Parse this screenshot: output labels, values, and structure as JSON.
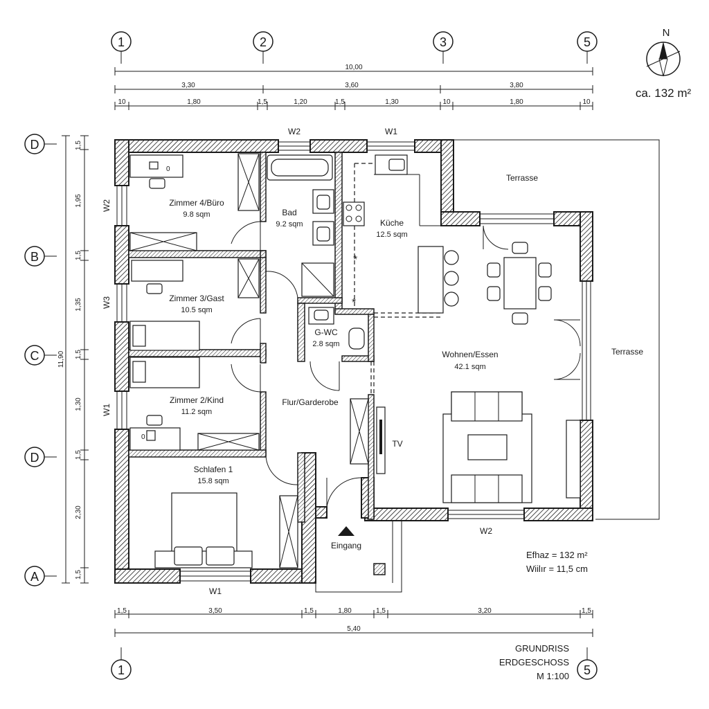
{
  "grid": {
    "top": [
      "1",
      "2",
      "3",
      "5"
    ],
    "bottom": [
      "1",
      "5"
    ],
    "left": [
      "D",
      "B",
      "C",
      "D",
      "A"
    ]
  },
  "dims": {
    "top_total": "10,00",
    "top_mid": [
      "3,30",
      "3,60",
      "3,80"
    ],
    "top_fine": [
      "10",
      "1,80",
      "1,5",
      "1,20",
      "1,5",
      "1,30",
      "10",
      "1,80",
      "10"
    ],
    "bottom_fine": [
      "1,5",
      "3,50",
      "1,5",
      "1,80",
      "1,5",
      "3,20",
      "1,5"
    ],
    "bottom_total": "5,40",
    "left_total": "11,90",
    "left": [
      "1,5",
      "1,95",
      "1,5",
      "1,35",
      "1,5",
      "1,30",
      "1,5",
      "2,30",
      "1,5"
    ]
  },
  "north": {
    "label": "N",
    "area": "ca. 132 m²"
  },
  "windows": {
    "top_bad": "W2",
    "top_kueche": "W1",
    "left_zimmer4": "W2",
    "left_zimmer3": "W3",
    "left_zimmer2": "W1",
    "bottom_schlafen": "W1",
    "bottom_wohnen": "W2"
  },
  "rooms": {
    "zimmer4": {
      "name": "Zimmer 4/Büro",
      "area": "9.8 sqm"
    },
    "bad": {
      "name": "Bad",
      "area": "9.2 sqm"
    },
    "kueche": {
      "name": "Küche",
      "area": "12.5 sqm"
    },
    "zimmer3": {
      "name": "Zimmer 3/Gast",
      "area": "10.5 sqm"
    },
    "gwc": {
      "name": "G-WC",
      "area": "2.8 sqm"
    },
    "wohnen": {
      "name": "Wohnen/Essen",
      "area": "42.1 sqm"
    },
    "zimmer2": {
      "name": "Zimmer 2/Kind",
      "area": "11.2 sqm"
    },
    "flur": {
      "name": "Flur/Garderobe"
    },
    "schlafen": {
      "name": "Schlafen 1",
      "area": "15.8 sqm"
    }
  },
  "labels": {
    "terrasse_top": "Terrasse",
    "terrasse_right": "Terrasse",
    "tv": "TV",
    "eingang": "Eingang",
    "desk_marker": "0"
  },
  "notes": {
    "line1": "Efhaz = 132 m²",
    "line2": "Wiilır = 11,5 cm"
  },
  "title_block": {
    "line1": "GRUNDRISS",
    "line2": "ERDGESCHOSS",
    "line3": "M 1:100"
  }
}
